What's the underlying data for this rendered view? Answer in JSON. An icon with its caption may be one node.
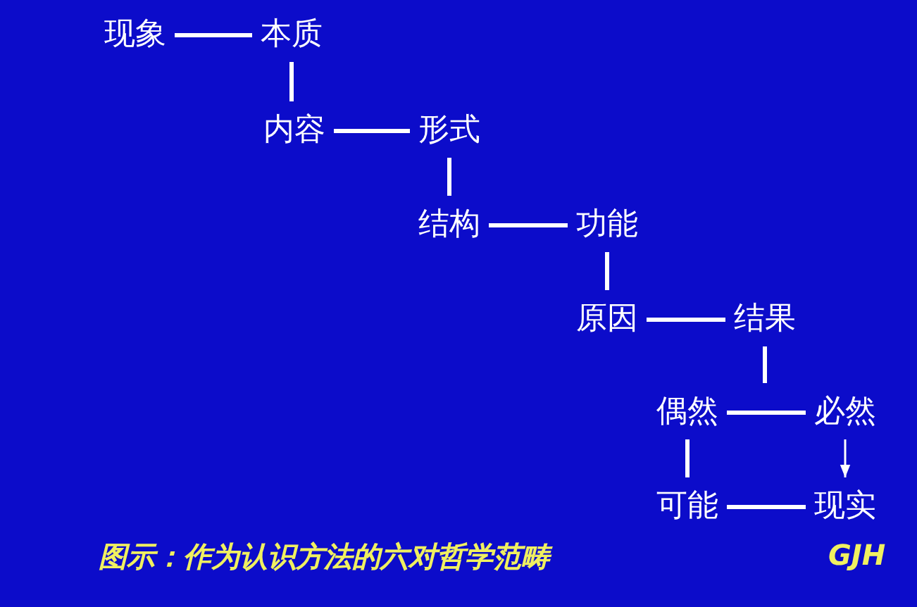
{
  "diagram": {
    "caption": "图示：作为认识方法的六对哲学范畴",
    "nodes": [
      {
        "text": [
          "现象"
        ]
      },
      {
        "text": [
          "本质"
        ]
      },
      {
        "text": [
          "内容"
        ]
      },
      {
        "text": [
          "形式"
        ]
      },
      {
        "text": [
          "结构"
        ]
      },
      {
        "text": [
          "功能"
        ]
      },
      {
        "text": [
          "原因"
        ]
      },
      {
        "text": [
          "结果"
        ]
      },
      {
        "text": [
          "偶然"
        ]
      },
      {
        "text": [
          "必然"
        ]
      },
      {
        "text": [
          "可能"
        ]
      },
      {
        "text": [
          "现实"
        ]
      }
    ],
    "edges": [
      {
        "from": 0,
        "to": 1,
        "arrow": "none"
      },
      {
        "from": 1,
        "to": 2,
        "arrow": "none"
      },
      {
        "from": 2,
        "to": 3,
        "arrow": "none"
      },
      {
        "from": 3,
        "to": 4,
        "arrow": "none"
      },
      {
        "from": 4,
        "to": 5,
        "arrow": "none"
      },
      {
        "from": 5,
        "to": 6,
        "arrow": "none"
      },
      {
        "from": 6,
        "to": 7,
        "arrow": "none"
      },
      {
        "from": 7,
        "to": 8,
        "arrow": "none"
      },
      {
        "from": 8,
        "to": 9,
        "arrow": "none"
      },
      {
        "from": 8,
        "to": 10,
        "arrow": "none"
      },
      {
        "from": 9,
        "to": 11,
        "arrow": "to"
      },
      {
        "from": 10,
        "to": 11,
        "arrow": "none"
      }
    ],
    "labels": [
      "GJH"
    ]
  }
}
